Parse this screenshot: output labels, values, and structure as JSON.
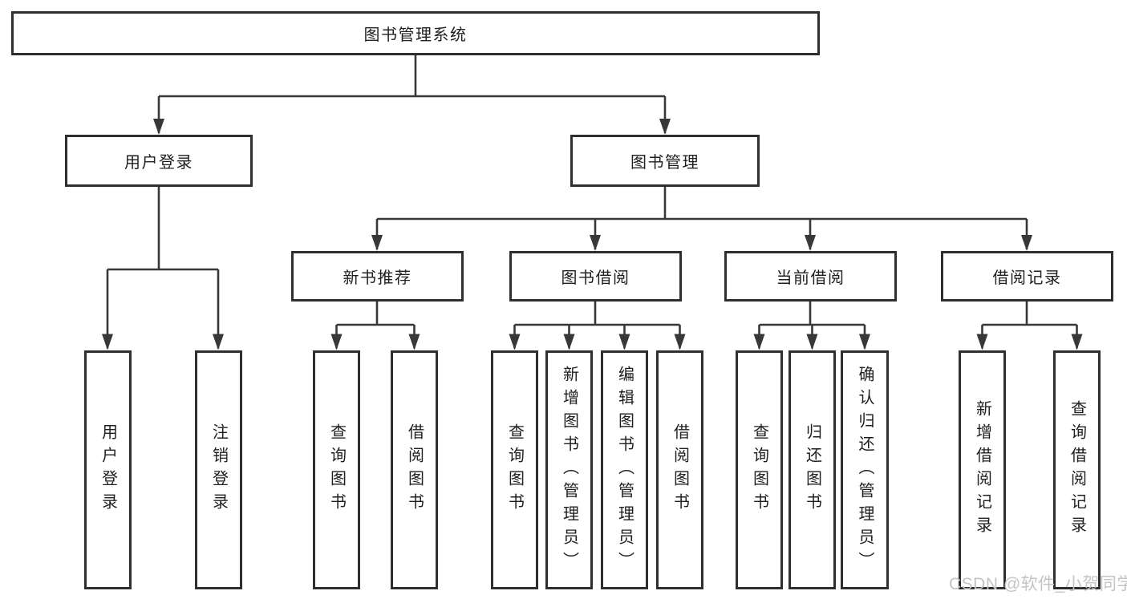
{
  "diagram": {
    "root": {
      "label": "图书管理系统"
    },
    "user_login": {
      "label": "用户登录",
      "children": [
        {
          "label": "用户登录"
        },
        {
          "label": "注销登录"
        }
      ]
    },
    "book_mgmt": {
      "label": "图书管理",
      "groups": [
        {
          "label": "新书推荐",
          "children": [
            {
              "label": "查询图书"
            },
            {
              "label": "借阅图书"
            }
          ]
        },
        {
          "label": "图书借阅",
          "children": [
            {
              "label": "查询图书"
            },
            {
              "label": "新增图书（管理员）"
            },
            {
              "label": "编辑图书（管理员）"
            },
            {
              "label": "借阅图书"
            }
          ]
        },
        {
          "label": "当前借阅",
          "children": [
            {
              "label": "查询图书"
            },
            {
              "label": "归还图书"
            },
            {
              "label": "确认归还（管理员）"
            }
          ]
        },
        {
          "label": "借阅记录",
          "children": [
            {
              "label": "新增借阅记录"
            },
            {
              "label": "查询借阅记录"
            }
          ]
        }
      ]
    }
  },
  "watermark": "CSDN @软件_小贺同学",
  "colors": {
    "line": "#383838",
    "box_border": "#2f2f2f",
    "box_fill": "#ffffff",
    "text": "#1f1f1f",
    "watermark": "#c4c4c4"
  }
}
